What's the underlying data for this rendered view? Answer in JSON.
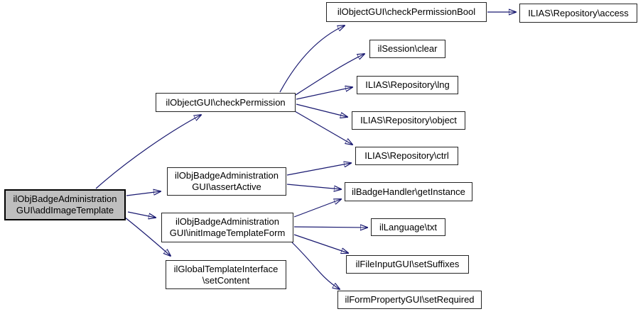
{
  "diagram": {
    "type": "call-graph",
    "colors": {
      "edge": "#191970",
      "node_fill": "#ffffff",
      "highlight_fill": "#bfbfbf",
      "border": "#000000"
    },
    "nodes": [
      {
        "id": "addImageTemplate",
        "label": "ilObjBadgeAdministration\nGUI\\addImageTemplate",
        "highlighted": true
      },
      {
        "id": "checkPermission",
        "label": "ilObjectGUI\\checkPermission",
        "highlighted": false
      },
      {
        "id": "assertActive",
        "label": "ilObjBadgeAdministration\nGUI\\assertActive",
        "highlighted": false
      },
      {
        "id": "initImageTemplateForm",
        "label": "ilObjBadgeAdministration\nGUI\\initImageTemplateForm",
        "highlighted": false
      },
      {
        "id": "setContent",
        "label": "ilGlobalTemplateInterface\n\\setContent",
        "highlighted": false
      },
      {
        "id": "checkPermissionBool",
        "label": "ilObjectGUI\\checkPermissionBool",
        "highlighted": false
      },
      {
        "id": "access",
        "label": "ILIAS\\Repository\\access",
        "highlighted": false
      },
      {
        "id": "clear",
        "label": "ilSession\\clear",
        "highlighted": false
      },
      {
        "id": "lng",
        "label": "ILIAS\\Repository\\lng",
        "highlighted": false
      },
      {
        "id": "object",
        "label": "ILIAS\\Repository\\object",
        "highlighted": false
      },
      {
        "id": "ctrl",
        "label": "ILIAS\\Repository\\ctrl",
        "highlighted": false
      },
      {
        "id": "getInstance",
        "label": "ilBadgeHandler\\getInstance",
        "highlighted": false
      },
      {
        "id": "txt",
        "label": "ilLanguage\\txt",
        "highlighted": false
      },
      {
        "id": "setSuffixes",
        "label": "ilFileInputGUI\\setSuffixes",
        "highlighted": false
      },
      {
        "id": "setRequired",
        "label": "ilFormPropertyGUI\\setRequired",
        "highlighted": false
      }
    ],
    "edges": [
      {
        "from": "addImageTemplate",
        "to": "checkPermission"
      },
      {
        "from": "addImageTemplate",
        "to": "assertActive"
      },
      {
        "from": "addImageTemplate",
        "to": "initImageTemplateForm"
      },
      {
        "from": "addImageTemplate",
        "to": "setContent"
      },
      {
        "from": "checkPermission",
        "to": "checkPermissionBool"
      },
      {
        "from": "checkPermission",
        "to": "clear"
      },
      {
        "from": "checkPermission",
        "to": "lng"
      },
      {
        "from": "checkPermission",
        "to": "object"
      },
      {
        "from": "checkPermission",
        "to": "ctrl"
      },
      {
        "from": "checkPermissionBool",
        "to": "access"
      },
      {
        "from": "assertActive",
        "to": "ctrl"
      },
      {
        "from": "assertActive",
        "to": "getInstance"
      },
      {
        "from": "initImageTemplateForm",
        "to": "getInstance"
      },
      {
        "from": "initImageTemplateForm",
        "to": "txt"
      },
      {
        "from": "initImageTemplateForm",
        "to": "setSuffixes"
      },
      {
        "from": "initImageTemplateForm",
        "to": "setRequired"
      }
    ]
  }
}
